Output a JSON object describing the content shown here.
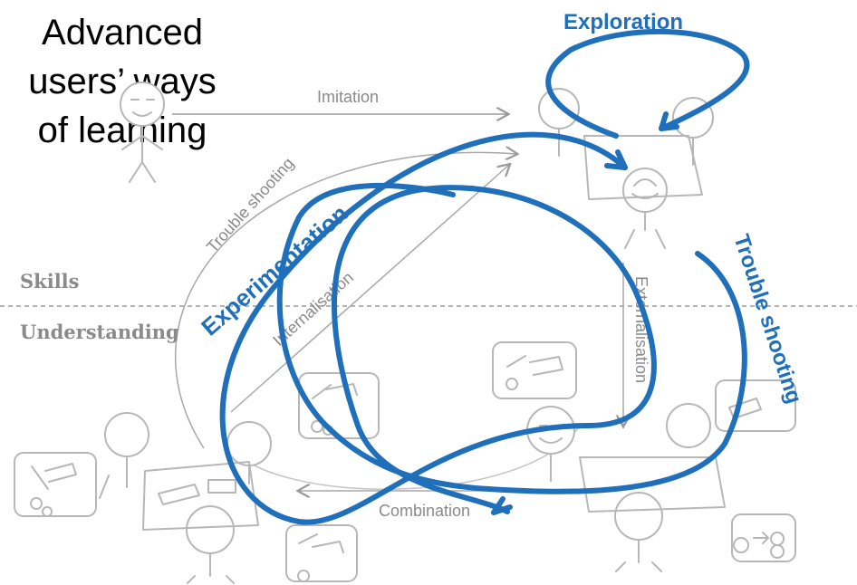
{
  "title": [
    "Advanced",
    "users’ ways",
    "of learning"
  ],
  "flows": {
    "imitation": "Imitation",
    "trouble_shooting": "Trouble shooting",
    "internalisation": "Internalisation",
    "externalisation": "Externalisation",
    "combination": "Combination"
  },
  "levels": {
    "skills": "Skills",
    "understanding": "Understanding"
  },
  "loops": {
    "exploration": "Exploration",
    "experimentation": "Experimentation",
    "trouble_shooting": "Trouble shooting"
  },
  "colors": {
    "loop_blue": "#1f6fba",
    "sketch_grey": "#b7b7b7",
    "label_grey": "#8a8a8a"
  }
}
